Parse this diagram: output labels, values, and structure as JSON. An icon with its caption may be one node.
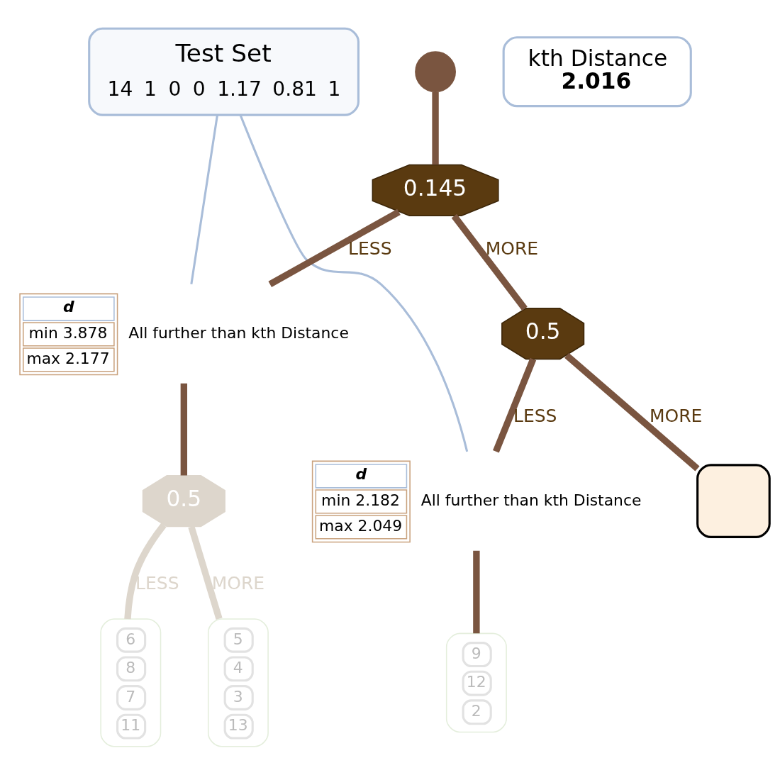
{
  "diagram": {
    "nodes": [
      {
        "text": [
          "Test Set",
          "14",
          "1",
          "0",
          "0",
          "1.17",
          "0.81",
          "1"
        ]
      },
      {
        "text": [],
        "shape": "circle"
      },
      {
        "text": [
          "0.145"
        ]
      },
      {
        "text": [
          "d",
          "min 3.878",
          "max 2.177"
        ],
        "beside": [
          "All further than kth Distance"
        ]
      },
      {
        "text": [
          "0.5"
        ]
      },
      {
        "text": [
          "6",
          "8",
          "7",
          "11"
        ]
      },
      {
        "text": [
          "5",
          "4",
          "3",
          "13"
        ]
      },
      {
        "text": [
          "0.5"
        ]
      },
      {
        "text": [
          "d",
          "min 2.182",
          "max 2.049"
        ],
        "beside": [
          "All further than kth Distance"
        ]
      },
      {
        "text": [
          "9",
          "12",
          "2"
        ]
      },
      {
        "text": [],
        "shape": "box"
      },
      {
        "text": [
          "kth Distance",
          "2.016"
        ]
      }
    ],
    "edges": [
      {
        "from": 1,
        "to": 2,
        "arrow": "none"
      },
      {
        "from": 2,
        "to": 3,
        "arrow": "none",
        "label": "LESS"
      },
      {
        "from": 3,
        "to": 4,
        "arrow": "none"
      },
      {
        "from": 4,
        "to": 5,
        "arrow": "none",
        "label": "LESS",
        "color": "#ddd6cc"
      },
      {
        "from": 4,
        "to": 6,
        "arrow": "none",
        "label": "MORE",
        "color": "#ddd6cc"
      },
      {
        "from": 2,
        "to": 7,
        "arrow": "none",
        "label": "MORE"
      },
      {
        "from": 7,
        "to": 8,
        "arrow": "none",
        "label": "LESS"
      },
      {
        "from": 8,
        "to": 9,
        "arrow": "none"
      },
      {
        "from": 7,
        "to": 10,
        "arrow": "none",
        "label": "MORE"
      },
      {
        "from": 0,
        "to": 3,
        "arrow": "none",
        "color": "#a9bdd9"
      },
      {
        "from": 0,
        "to": 8,
        "arrow": "none",
        "color": "#a9bdd9"
      }
    ]
  }
}
